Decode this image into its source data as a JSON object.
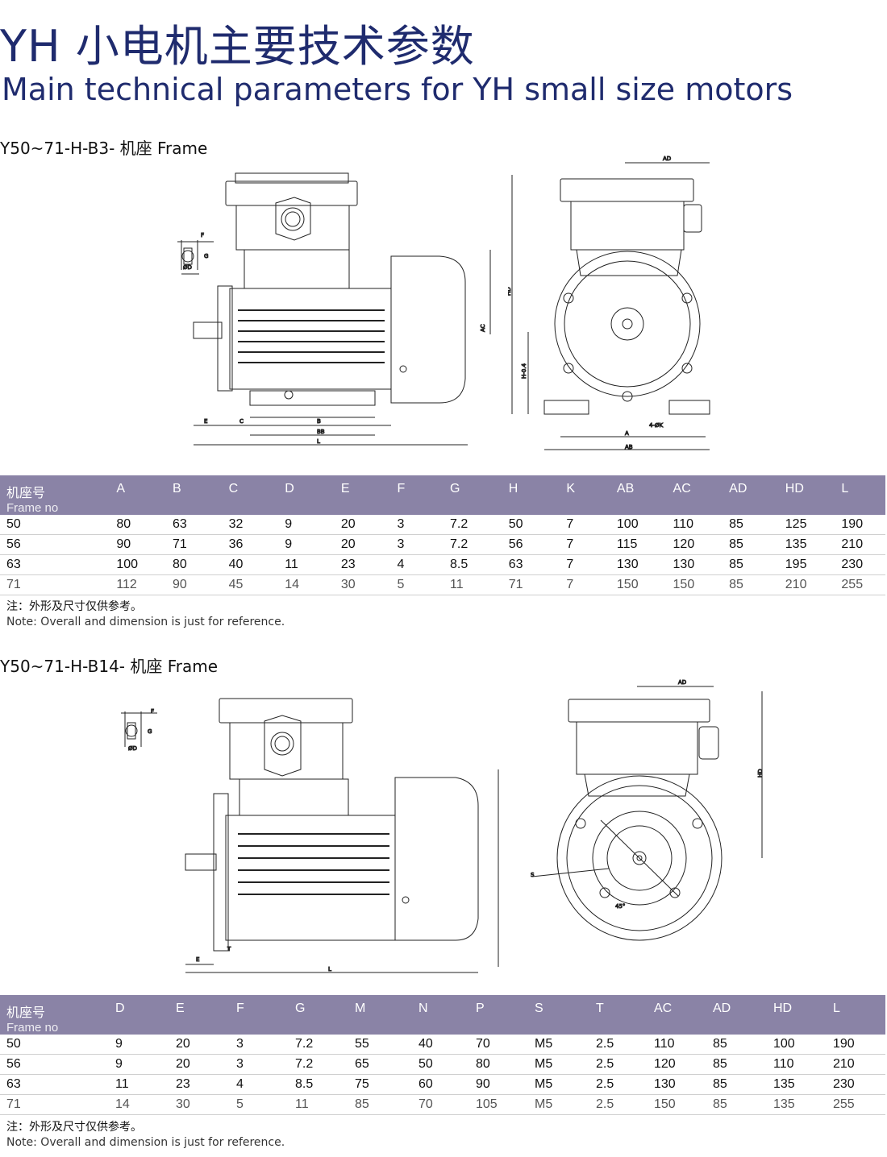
{
  "title": {
    "cn": "YH 小电机主要技术参数",
    "en": "Main technical parameters for YH small size motors"
  },
  "section1": {
    "label": "Y50~71-H-B3- 机座 Frame",
    "dims": {
      "ad": "AD",
      "hd": "HD",
      "ac": "AC",
      "h": "H-0.4",
      "f": "F",
      "g": "G",
      "d": "ØD",
      "e": "E",
      "c": "C",
      "b": "B",
      "bb": "BB",
      "l": "L",
      "a": "A",
      "ab": "AB",
      "k": "4-ØK"
    },
    "table": {
      "header_cn": "机座号",
      "header_en": "Frame no",
      "columns": [
        "A",
        "B",
        "C",
        "D",
        "E",
        "F",
        "G",
        "H",
        "K",
        "AB",
        "AC",
        "AD",
        "HD",
        "L"
      ],
      "rows": [
        [
          "50",
          "80",
          "63",
          "32",
          "9",
          "20",
          "3",
          "7.2",
          "50",
          "7",
          "100",
          "110",
          "85",
          "125",
          "190"
        ],
        [
          "56",
          "90",
          "71",
          "36",
          "9",
          "20",
          "3",
          "7.2",
          "56",
          "7",
          "115",
          "120",
          "85",
          "135",
          "210"
        ],
        [
          "63",
          "100",
          "80",
          "40",
          "11",
          "23",
          "4",
          "8.5",
          "63",
          "7",
          "130",
          "130",
          "85",
          "195",
          "230"
        ],
        [
          "71",
          "112",
          "90",
          "45",
          "14",
          "30",
          "5",
          "11",
          "71",
          "7",
          "150",
          "150",
          "85",
          "210",
          "255"
        ]
      ]
    },
    "note_cn": "注：外形及尺寸仅供参考。",
    "note_en": "Note: Overall and dimension is just for reference."
  },
  "section2": {
    "label": "Y50~71-H-B14- 机座 Frame",
    "dims": {
      "ad": "AD",
      "hd": "HD",
      "f": "F",
      "g": "G",
      "d": "ØD",
      "t": "T",
      "e": "E",
      "l": "L",
      "s": "S",
      "angle": "45°"
    },
    "table": {
      "header_cn": "机座号",
      "header_en": "Frame no",
      "columns": [
        "D",
        "E",
        "F",
        "G",
        "M",
        "N",
        "P",
        "S",
        "T",
        "AC",
        "AD",
        "HD",
        "L"
      ],
      "rows": [
        [
          "50",
          "9",
          "20",
          "3",
          "7.2",
          "55",
          "40",
          "70",
          "M5",
          "2.5",
          "110",
          "85",
          "100",
          "190"
        ],
        [
          "56",
          "9",
          "20",
          "3",
          "7.2",
          "65",
          "50",
          "80",
          "M5",
          "2.5",
          "120",
          "85",
          "110",
          "210"
        ],
        [
          "63",
          "11",
          "23",
          "4",
          "8.5",
          "75",
          "60",
          "90",
          "M5",
          "2.5",
          "130",
          "85",
          "135",
          "230"
        ],
        [
          "71",
          "14",
          "30",
          "5",
          "11",
          "85",
          "70",
          "105",
          "M5",
          "2.5",
          "150",
          "85",
          "135",
          "255"
        ]
      ]
    },
    "note_cn": "注：外形及尺寸仅供参考。",
    "note_en": "Note: Overall and dimension is just for reference."
  }
}
